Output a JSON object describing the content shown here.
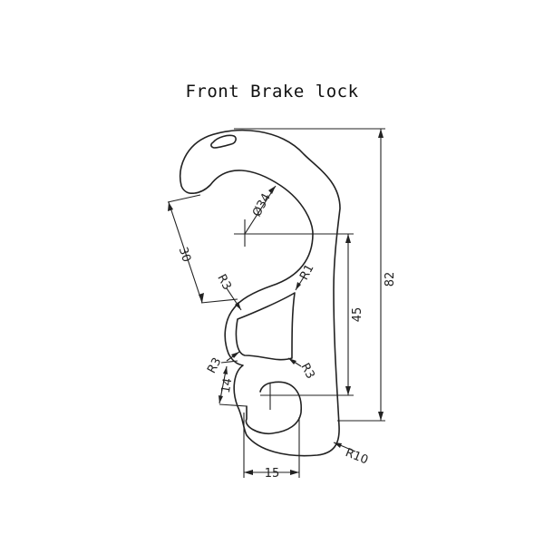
{
  "title": "Front Brake lock",
  "dimensions": {
    "d1": "Ø34",
    "d2": "30",
    "d3": "R3",
    "d4": "R1",
    "d5": "45",
    "d6": "82",
    "d7": "R3",
    "d8": "R3",
    "d9": "14",
    "d10": "R10",
    "d11": "15"
  }
}
